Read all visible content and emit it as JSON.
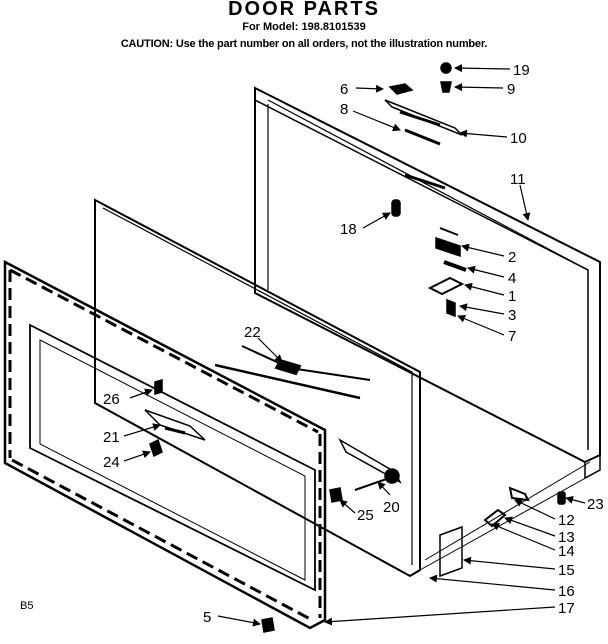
{
  "header": {
    "title": "DOOR PARTS",
    "model": "For Model: 198.8101539",
    "caution": "CAUTION: Use the part number on all orders, not the illustration number."
  },
  "callouts": [
    {
      "id": "c19",
      "label": "19"
    },
    {
      "id": "c9",
      "label": "9"
    },
    {
      "id": "c6",
      "label": "6"
    },
    {
      "id": "c8",
      "label": "8"
    },
    {
      "id": "c10",
      "label": "10"
    },
    {
      "id": "c11",
      "label": "11"
    },
    {
      "id": "c18",
      "label": "18"
    },
    {
      "id": "c2",
      "label": "2"
    },
    {
      "id": "c4",
      "label": "4"
    },
    {
      "id": "c1",
      "label": "1"
    },
    {
      "id": "c3",
      "label": "3"
    },
    {
      "id": "c7",
      "label": "7"
    },
    {
      "id": "c22",
      "label": "22"
    },
    {
      "id": "c26",
      "label": "26"
    },
    {
      "id": "c21",
      "label": "21"
    },
    {
      "id": "c24",
      "label": "24"
    },
    {
      "id": "c20",
      "label": "20"
    },
    {
      "id": "c25",
      "label": "25"
    },
    {
      "id": "c23",
      "label": "23"
    },
    {
      "id": "c12",
      "label": "12"
    },
    {
      "id": "c13",
      "label": "13"
    },
    {
      "id": "c14",
      "label": "14"
    },
    {
      "id": "c15",
      "label": "15"
    },
    {
      "id": "c16",
      "label": "16"
    },
    {
      "id": "c5",
      "label": "5"
    },
    {
      "id": "c17",
      "label": "17"
    }
  ],
  "corner_code": "B5"
}
